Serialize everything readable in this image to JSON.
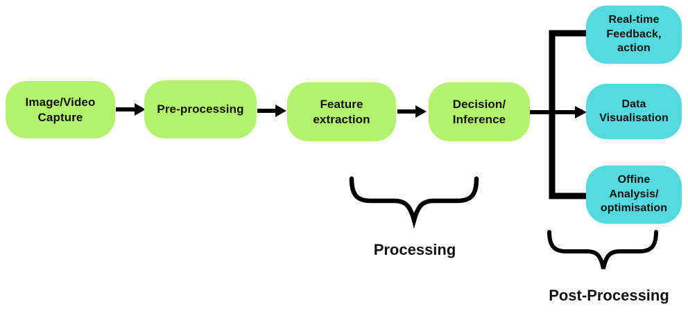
{
  "diagram": {
    "pipeline": [
      {
        "id": "capture",
        "label": "Image/Video\nCapture"
      },
      {
        "id": "preprocessing",
        "label": "Pre-processing"
      },
      {
        "id": "feature",
        "label": "Feature\nextraction"
      },
      {
        "id": "decision",
        "label": "Decision/\nInference"
      }
    ],
    "outputs": [
      {
        "id": "realtime",
        "label": "Real-time\nFeedback,\naction"
      },
      {
        "id": "datavis",
        "label": "Data\nVisualisation"
      },
      {
        "id": "offline",
        "label": "Offine\nAnalysis/\noptimisation"
      }
    ],
    "group_labels": {
      "processing": "Processing",
      "post_processing": "Post-Processing"
    },
    "colors": {
      "stage_fill": "#b2f26c",
      "output_fill": "#53d9de",
      "text": "#111111",
      "connector": "#000000",
      "background": "#ffffff"
    }
  }
}
